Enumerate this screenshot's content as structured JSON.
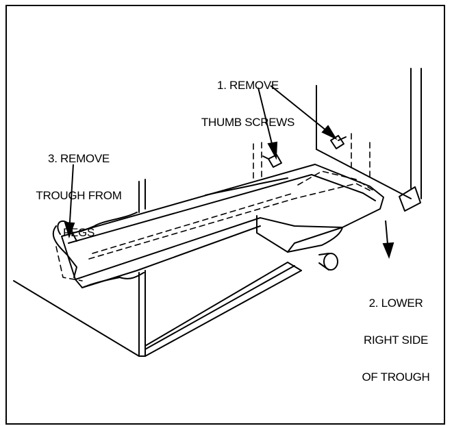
{
  "diagram": {
    "steps": [
      {
        "id": 1,
        "line1": "1. REMOVE",
        "line2": "THUMB SCREWS"
      },
      {
        "id": 2,
        "line1": "2. LOWER",
        "line2": "RIGHT SIDE",
        "line3": "OF TROUGH"
      },
      {
        "id": 3,
        "line1": "3. REMOVE",
        "line2": "TROUGH FROM",
        "line3": "PEGS"
      }
    ]
  },
  "colors": {
    "ink": "#000000",
    "paper": "#ffffff"
  }
}
